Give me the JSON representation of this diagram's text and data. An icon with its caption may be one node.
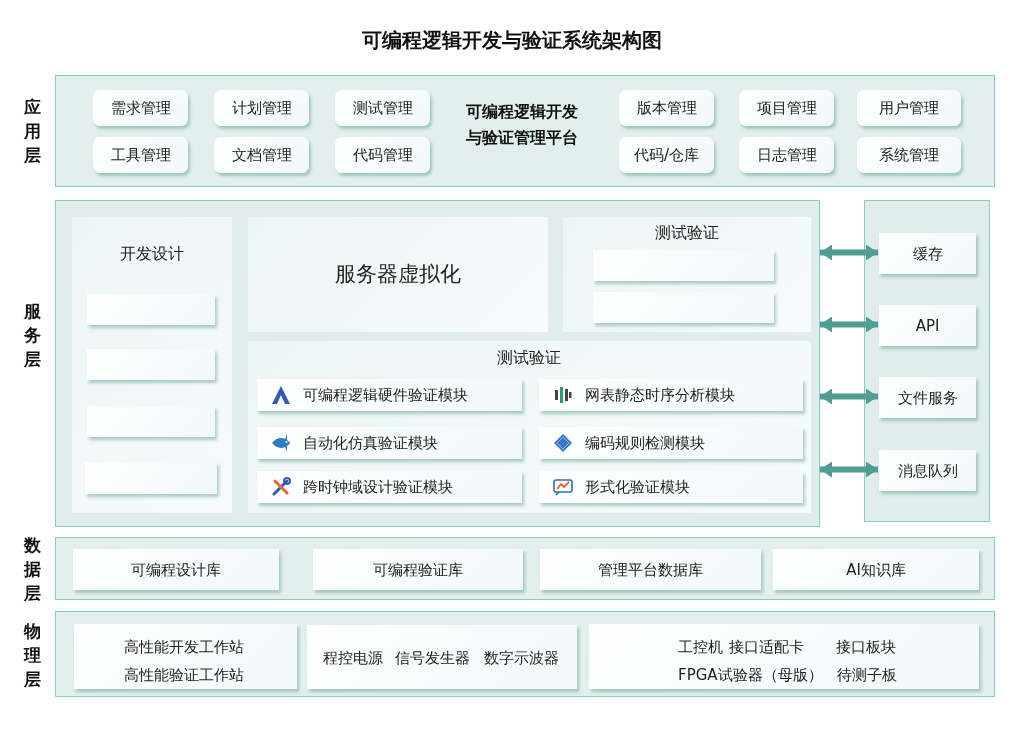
{
  "diagram": {
    "title": "可编程逻辑开发与验证系统架构图",
    "nodes": [
      {
        "text": [
          "应用层",
          "可编程逻辑开发与验证管理平台"
        ]
      },
      {
        "text": [
          "需求管理"
        ],
        "in": 0
      },
      {
        "text": [
          "计划管理"
        ],
        "in": 0
      },
      {
        "text": [
          "测试管理"
        ],
        "in": 0
      },
      {
        "text": [
          "版本管理"
        ],
        "in": 0
      },
      {
        "text": [
          "项目管理"
        ],
        "in": 0
      },
      {
        "text": [
          "用户管理"
        ],
        "in": 0
      },
      {
        "text": [
          "工具管理"
        ],
        "in": 0
      },
      {
        "text": [
          "文档管理"
        ],
        "in": 0
      },
      {
        "text": [
          "代码管理"
        ],
        "in": 0
      },
      {
        "text": [
          "代码/仓库"
        ],
        "in": 0
      },
      {
        "text": [
          "日志管理"
        ],
        "in": 0
      },
      {
        "text": [
          "系统管理"
        ],
        "in": 0
      },
      {
        "text": [
          "服务层"
        ]
      },
      {
        "text": [
          "开发设计"
        ],
        "in": 13
      },
      {
        "text": [],
        "shape": "box",
        "in": 14
      },
      {
        "text": [],
        "shape": "box",
        "in": 14
      },
      {
        "text": [],
        "shape": "box",
        "in": 14
      },
      {
        "text": [],
        "shape": "box",
        "in": 14
      },
      {
        "text": [
          "服务器虚拟化"
        ],
        "in": 13
      },
      {
        "text": [
          "测试验证"
        ],
        "in": 13
      },
      {
        "text": [],
        "shape": "box",
        "in": 20
      },
      {
        "text": [],
        "shape": "box",
        "in": 20
      },
      {
        "text": [
          "测试验证"
        ],
        "in": 13
      },
      {
        "text": [
          "可编程逻辑硬件验证模块"
        ],
        "in": 23
      },
      {
        "text": [
          "网表静态时序分析模块"
        ],
        "in": 23
      },
      {
        "text": [
          "自动化仿真验证模块"
        ],
        "in": 23
      },
      {
        "text": [
          "编码规则检测模块"
        ],
        "in": 23
      },
      {
        "text": [
          "跨时钟域设计验证模块"
        ],
        "in": 23
      },
      {
        "text": [
          "形式化验证模块"
        ],
        "in": 23
      },
      {
        "text": [],
        "shape": "box"
      },
      {
        "text": [
          "缓存"
        ],
        "in": 30
      },
      {
        "text": [
          "API"
        ],
        "in": 30
      },
      {
        "text": [
          "文件服务"
        ],
        "in": 30
      },
      {
        "text": [
          "消息队列"
        ],
        "in": 30
      },
      {
        "text": [
          "数据层"
        ]
      },
      {
        "text": [
          "可编程设计库"
        ],
        "in": 35
      },
      {
        "text": [
          "可编程验证库"
        ],
        "in": 35
      },
      {
        "text": [
          "管理平台数据库"
        ],
        "in": 35
      },
      {
        "text": [
          "AI知识库"
        ],
        "in": 35
      },
      {
        "text": [
          "物理层"
        ]
      },
      {
        "text": [
          "高性能开发工作站",
          "高性能验证工作站"
        ],
        "in": 40
      },
      {
        "text": [
          "程控电源",
          "信号发生器",
          "数字示波器"
        ],
        "in": 40
      },
      {
        "text": [
          "工控机",
          "接口适配卡",
          "接口板块",
          "FPGA试验器（母版）",
          "待测子板"
        ],
        "in": 40
      }
    ],
    "edges": [
      {
        "from": 13,
        "to": 31,
        "arrow": "both"
      },
      {
        "from": 13,
        "to": 32,
        "arrow": "both"
      },
      {
        "from": 13,
        "to": 33,
        "arrow": "both"
      },
      {
        "from": 13,
        "to": 34,
        "arrow": "both"
      }
    ]
  }
}
